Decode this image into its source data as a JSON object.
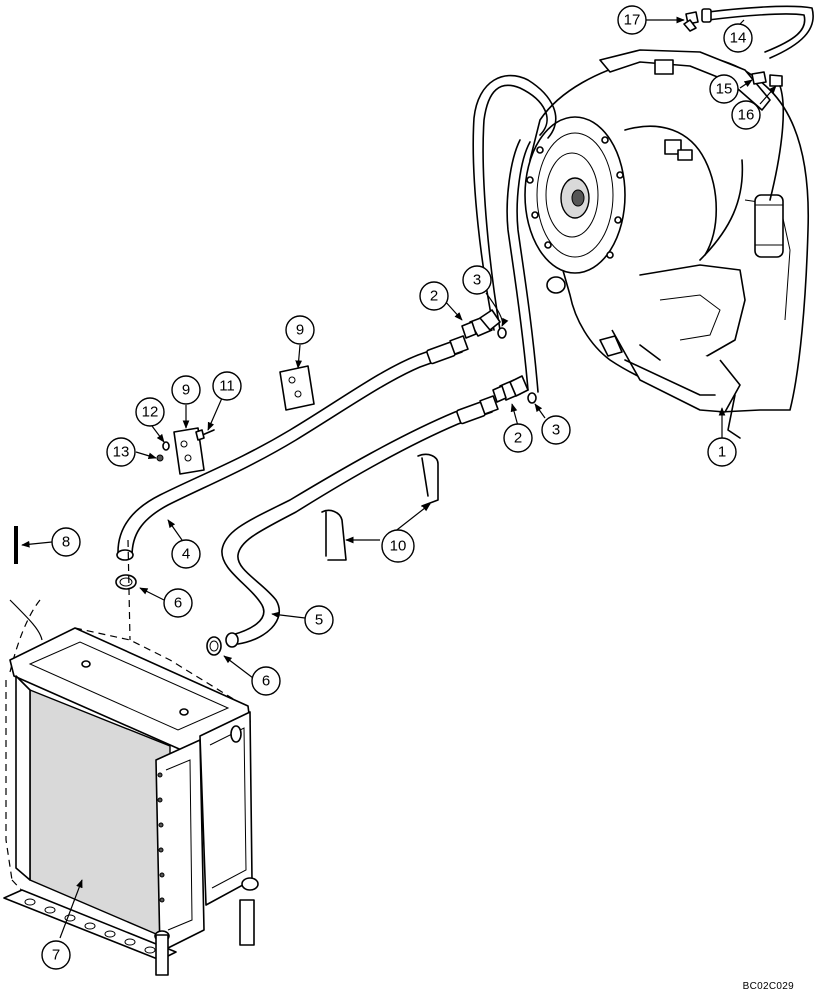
{
  "diagram": {
    "reference_code": "BC02C029",
    "callouts": {
      "c1": "1",
      "c2a": "2",
      "c2b": "2",
      "c3a": "3",
      "c3b": "3",
      "c4": "4",
      "c5": "5",
      "c6a": "6",
      "c6b": "6",
      "c7": "7",
      "c8": "8",
      "c9a": "9",
      "c9b": "9",
      "c10": "10",
      "c11": "11",
      "c12": "12",
      "c13": "13",
      "c14": "14",
      "c15": "15",
      "c16": "16",
      "c17": "17"
    }
  }
}
